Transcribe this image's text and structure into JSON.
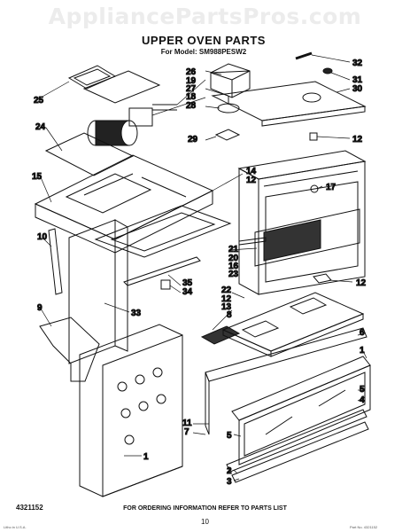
{
  "watermark": "AppliancePartsPros.com",
  "title": "UPPER OVEN PARTS",
  "model_line": "For Model: SM988PESW2",
  "doc_number": "4321152",
  "footer_note": "FOR ORDERING INFORMATION REFER TO PARTS LIST",
  "page_number": "10",
  "fine_print_left": "Litho in U.S.A.",
  "fine_print_right": "Part No. 4321152",
  "callouts": [
    "1",
    "2",
    "3",
    "4",
    "5",
    "6",
    "7",
    "8",
    "9",
    "10",
    "11",
    "12",
    "13",
    "14",
    "15",
    "16",
    "17",
    "18",
    "19",
    "20",
    "21",
    "22",
    "23",
    "24",
    "25",
    "26",
    "27",
    "28",
    "29",
    "30",
    "31",
    "32",
    "33",
    "34",
    "35"
  ]
}
